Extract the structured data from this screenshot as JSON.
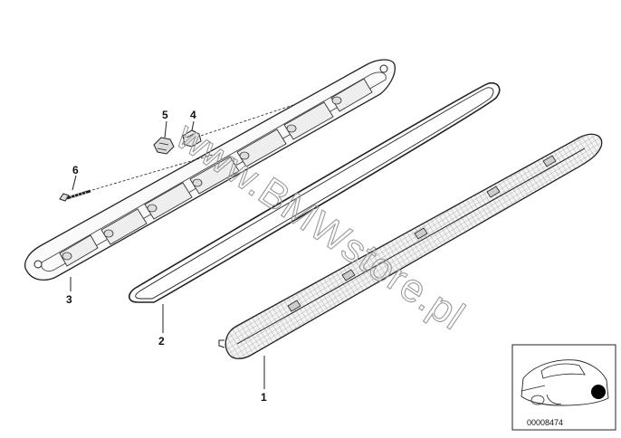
{
  "callouts": {
    "part_1": "1",
    "part_2": "2",
    "part_3": "3",
    "part_4": "4",
    "part_5": "5",
    "part_6": "6"
  },
  "watermark": "www.BMWstore.pl",
  "thumbnail": {
    "drawing_number": "00008474"
  },
  "colors": {
    "line": "#222222",
    "watermark": "#9a9a9a",
    "background": "#ffffff"
  }
}
